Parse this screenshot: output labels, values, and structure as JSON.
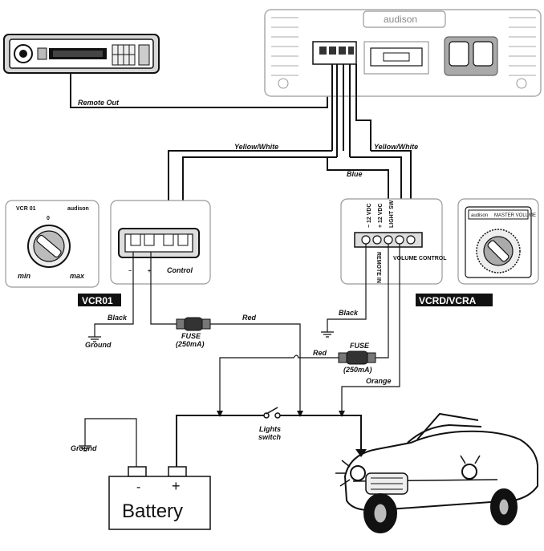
{
  "wires": {
    "remote_out": "Remote Out",
    "yellow_white_left": "Yellow/White",
    "yellow_white_right": "Yellow/White",
    "blue": "Blue",
    "black_left": "Black",
    "black_right": "Black",
    "red_left": "Red",
    "red_mid": "Red",
    "orange": "Orange",
    "ground_top": "Ground",
    "ground_bottom": "Ground"
  },
  "fuses": {
    "left_label": "FUSE",
    "left_rating": "(250mA)",
    "right_label": "FUSE",
    "right_rating": "(250mA)"
  },
  "switch": {
    "line1": "Lights",
    "line2": "switch"
  },
  "battery": {
    "label": "Battery",
    "minus": "-",
    "plus": "+"
  },
  "amplifier": {
    "brand": "audison"
  },
  "vcr01_knob": {
    "model": "VCR 01",
    "brand": "audison",
    "zero": "0",
    "min": "min",
    "max": "max"
  },
  "vcr01_panel": {
    "minus": "−",
    "plus": "+",
    "control": "Control"
  },
  "vcrd_panel": {
    "t1": "− 12 VDC",
    "t2": "+ 12 VDC",
    "t3": "LIGHT SW",
    "remote_in": "REMOTE IN",
    "volume_control": "VOLUME CONTROL"
  },
  "vcra_knob": {
    "brand": "audison",
    "label": "MASTER VOLUME"
  },
  "badges": {
    "vcr01": "VCR01",
    "vcrd": "VCRD/VCRA"
  }
}
